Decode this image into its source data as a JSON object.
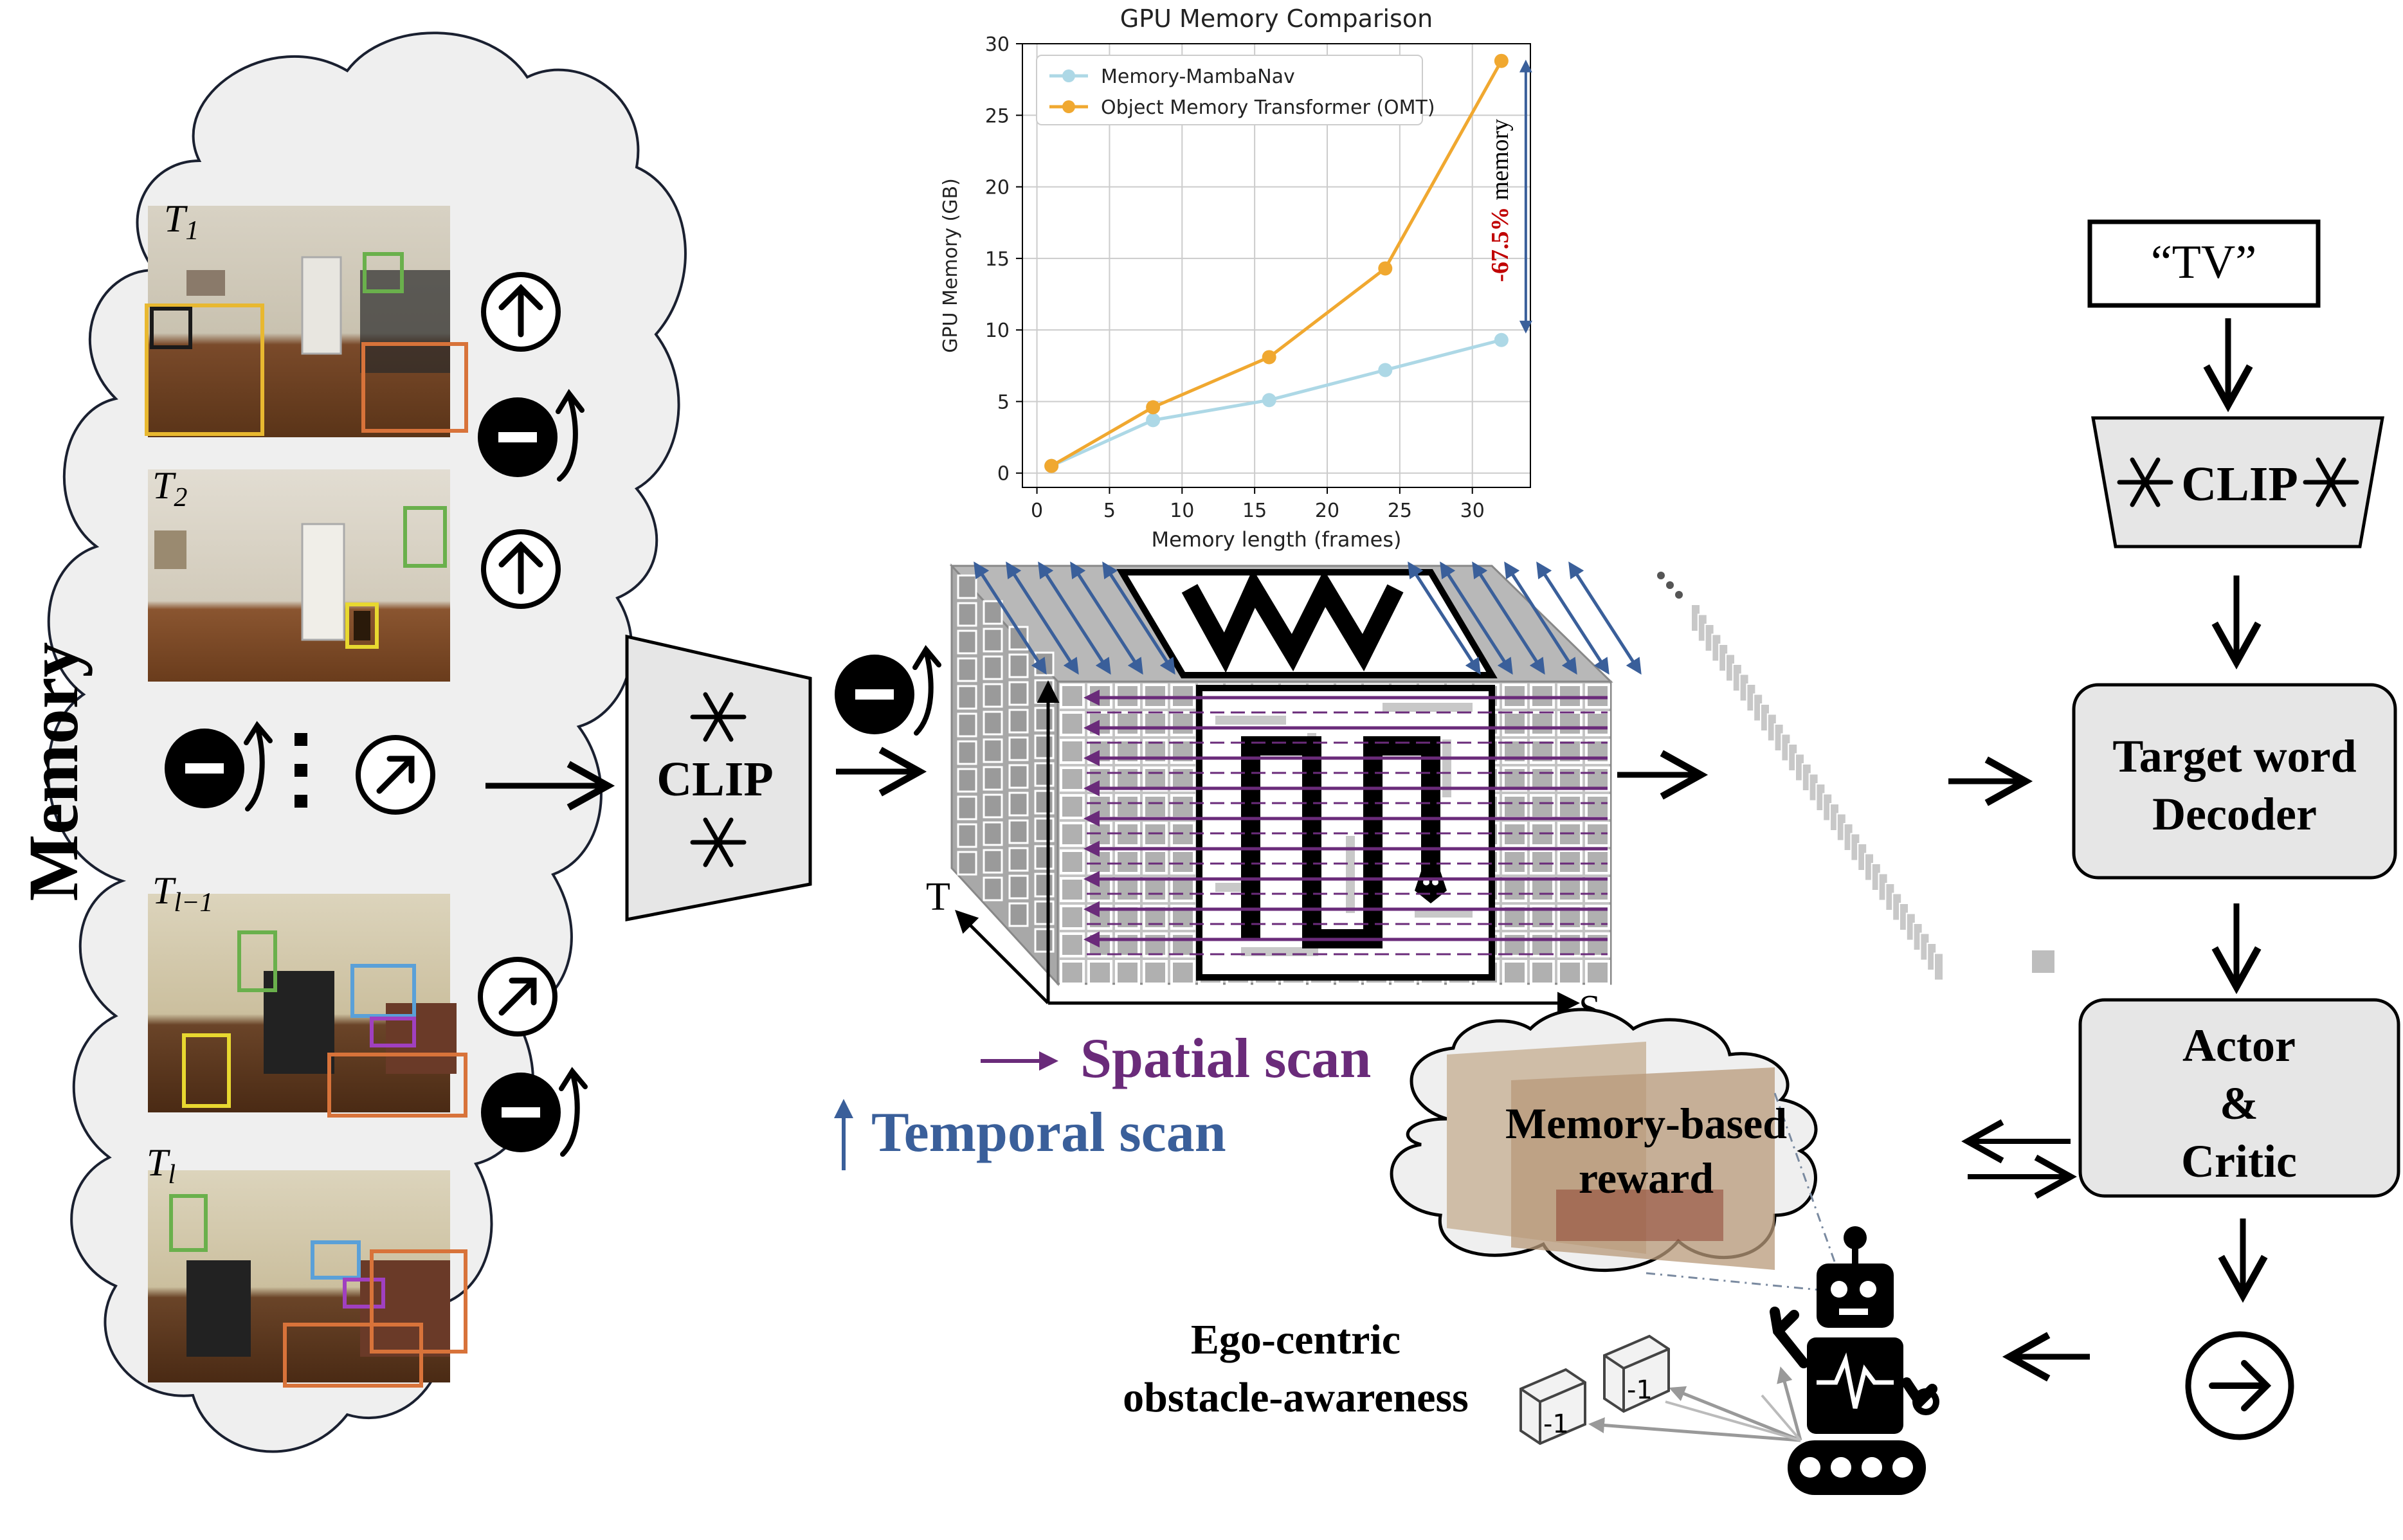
{
  "memory_cloud": {
    "title": "Memory",
    "frames": [
      {
        "label_base": "T",
        "label_sub": "1"
      },
      {
        "label_base": "T",
        "label_sub": "2"
      },
      {
        "label_base": "T",
        "label_sub": "l−1"
      },
      {
        "label_base": "T",
        "label_sub": "l"
      }
    ]
  },
  "encoder_left": {
    "label": "CLIP"
  },
  "chart_data": {
    "type": "line",
    "title": "GPU Memory Comparison",
    "xlabel": "Memory length (frames)",
    "ylabel": "GPU Memory (GB)",
    "xlim": [
      -1,
      34
    ],
    "ylim": [
      -1,
      30
    ],
    "x_ticks": [
      0,
      5,
      10,
      15,
      20,
      25,
      30
    ],
    "y_ticks": [
      0,
      5,
      10,
      15,
      20,
      25,
      30
    ],
    "grid": true,
    "legend_position": "top-left",
    "series": [
      {
        "name": "Memory-MambaNav",
        "color": "#add8e6",
        "x": [
          1,
          8,
          16,
          24,
          32
        ],
        "y": [
          0.5,
          3.7,
          5.1,
          7.2,
          9.3
        ]
      },
      {
        "name": "Object Memory Transformer (OMT)",
        "color": "#f0a830",
        "x": [
          1,
          8,
          16,
          24,
          32
        ],
        "y": [
          0.5,
          4.6,
          8.1,
          14.3,
          28.8
        ]
      }
    ],
    "annotation": {
      "value": "-67.5%",
      "text": "memory",
      "color": "#c00000"
    }
  },
  "scan_cube": {
    "axis_t": "T",
    "axis_s": "S"
  },
  "legend": {
    "spatial": "Spatial scan",
    "temporal": "Temporal scan",
    "spatial_color": "#6a2b7a",
    "temporal_color": "#3a5f9a"
  },
  "right_pipeline": {
    "tv_label": "“TV”",
    "clip_label": "CLIP",
    "decoder_line1": "Target word",
    "decoder_line2": "Decoder",
    "actor_line1": "Actor",
    "actor_line2": "&",
    "actor_line3": "Critic"
  },
  "reward_cloud": {
    "line1": "Memory-based",
    "line2": "reward"
  },
  "ego": {
    "line1": "Ego-centric",
    "line2": "obstacle-awareness",
    "cube_label": "-1"
  },
  "icons": [
    "up-arrow-icon",
    "stop-turn-icon",
    "up-right-arrow-icon",
    "right-arrow-icon",
    "snowflake-icon",
    "robot-icon"
  ]
}
